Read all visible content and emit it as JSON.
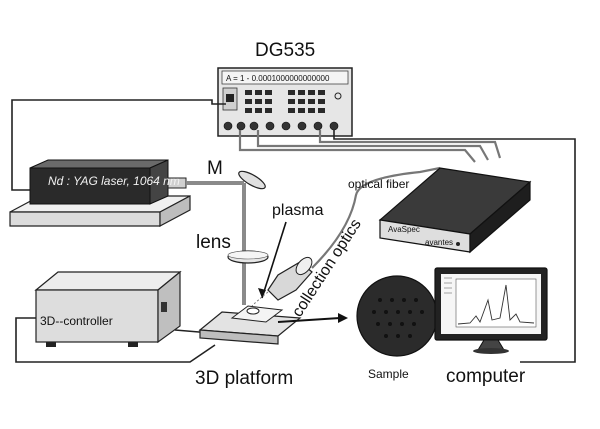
{
  "labels": {
    "delay_generator": "DG535",
    "delay_display": "A = 1 -  0.0001000000000000",
    "laser": "Nd : YAG laser, 1064 nm",
    "mirror": "M",
    "lens": "lens",
    "plasma": "plasma",
    "collection_optics": "collection optics",
    "optical_fiber": "optical fiber",
    "spectrometer_brand": "AvaSpec",
    "spectrometer_logo": "avantes",
    "controller": "3D--controller",
    "platform": "3D  platform",
    "sample": "Sample",
    "computer": "computer"
  },
  "colors": {
    "device_dark": "#2a2a2a",
    "device_light": "#d8d8d8",
    "beam": "#8a8a8a",
    "fiber": "#777777"
  }
}
